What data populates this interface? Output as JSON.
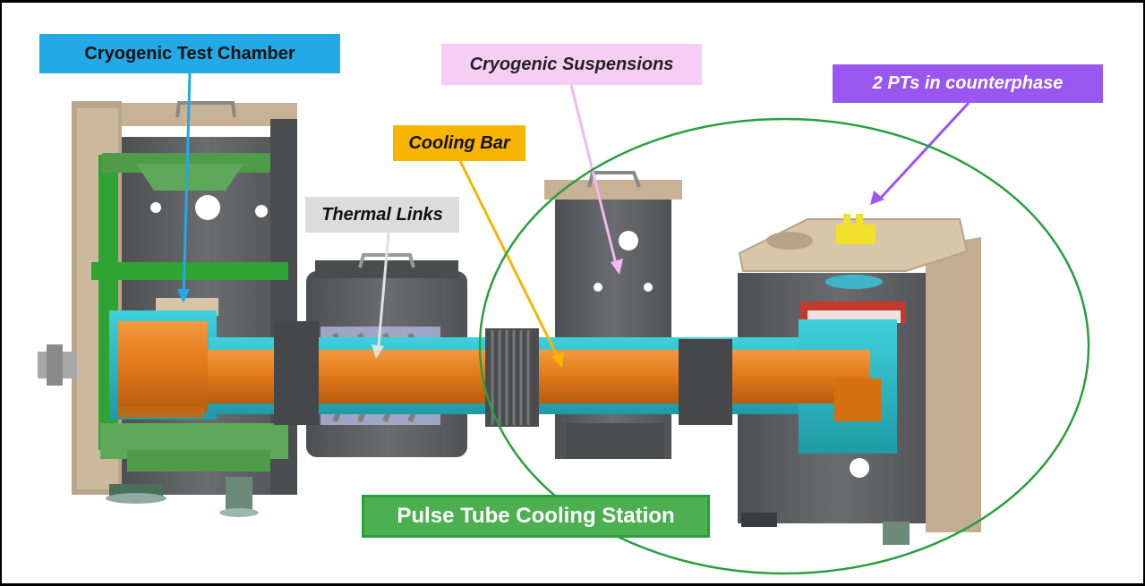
{
  "labels": {
    "chamber": "Cryogenic Test Chamber",
    "suspensions": "Cryogenic Suspensions",
    "pts": "2 PTs in counterphase",
    "cooling_bar": "Cooling Bar",
    "thermal_links": "Thermal Links",
    "station": "Pulse Tube Cooling Station"
  },
  "colors": {
    "chamber_label": "#22a9e6",
    "suspensions_label": "#f6cdf4",
    "pts_label": "#9a57f0",
    "cooling_bar_label": "#f7b500",
    "thermal_links_label": "#dcdcdc",
    "station_label": "#4caf50",
    "station_ellipse": "#27a03f",
    "copper": "#e07a1c",
    "cyan": "#2bb7c4",
    "green_frame": "#3f9a3a",
    "steel": "#5c5e62",
    "tan": "#c9b49a"
  }
}
